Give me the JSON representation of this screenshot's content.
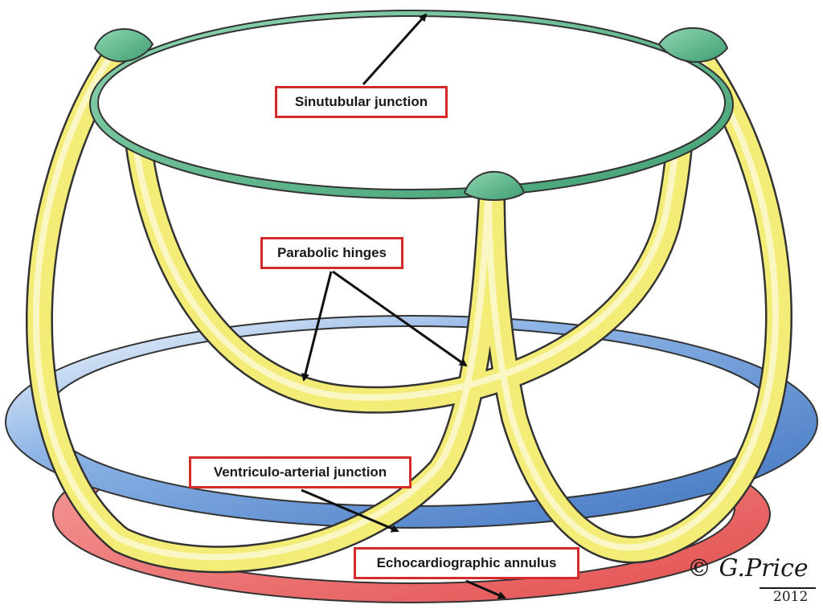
{
  "labels": {
    "sinutubular": "Sinutubular junction",
    "parabolic": "Parabolic hinges",
    "ventriculo": "Ventriculo-arterial junction",
    "echo": "Echocardiographic annulus"
  },
  "signature": {
    "author": "© G.Price",
    "year": "2012"
  },
  "colors": {
    "sinutubular_ring": "#5bb58a",
    "hinge": "#f3ec77",
    "ventriculo_ring": "#5b8fd2",
    "echo_ring": "#ec6a6a",
    "label_border": "#d42a2a"
  }
}
